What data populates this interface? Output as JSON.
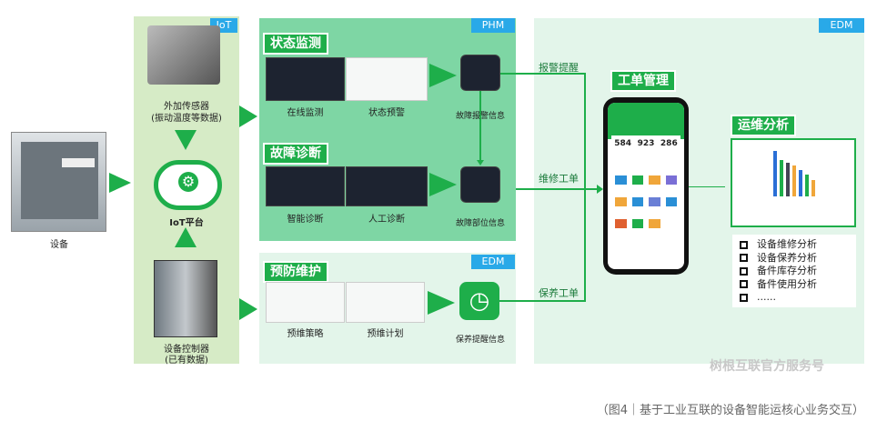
{
  "device": {
    "label": "设备"
  },
  "iot": {
    "tag": "IoT",
    "sensor_label": "外加传感器",
    "sensor_sub": "(振动温度等数据)",
    "platform": "IoT平台",
    "controller_label": "设备控制器",
    "controller_sub": "(已有数据)"
  },
  "phm": {
    "tag": "PHM",
    "monitor_title": "状态监测",
    "monitor_items": [
      "在线监测",
      "状态预警"
    ],
    "diag_title": "故障诊断",
    "diag_items": [
      "智能诊断",
      "人工诊断"
    ],
    "alarm_info": "故障报警信息",
    "location_info": "故障部位信息"
  },
  "edm_lower": {
    "tag": "EDM",
    "title": "预防维护",
    "items": [
      "预维策略",
      "预维计划"
    ],
    "reminder": "保养提醒信息"
  },
  "edm_right": {
    "tag": "EDM",
    "flows": [
      "报警提醒",
      "维修工单",
      "保养工单"
    ],
    "workorder_title": "工单管理",
    "phone_stats": [
      "584",
      "923",
      "286"
    ],
    "analysis_title": "运维分析",
    "analysis_list": [
      "设备维修分析",
      "设备保养分析",
      "备件库存分析",
      "备件使用分析",
      "......"
    ]
  },
  "watermark": "树根互联官方服务号",
  "caption": "（图4｜基于工业互联的设备智能运核心业务交互）",
  "colors": {
    "green": "#1eae4a",
    "phm_bg": "#7ed6a4",
    "iot_bg": "#d6ebc6",
    "edm_bg": "#e3f5ea",
    "tag": "#29a9e8"
  }
}
